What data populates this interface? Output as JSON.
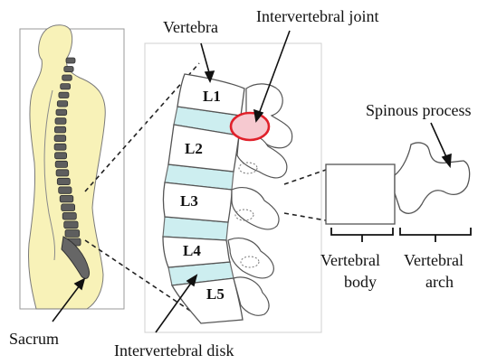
{
  "labels": {
    "vertebra": "Vertebra",
    "intervertebral_joint": "Intervertebral joint",
    "spinous_process": "Spinous process",
    "sacrum": "Sacrum",
    "intervertebral_disk": "Intervertebral disk",
    "vertebral_body_line1": "Vertebral",
    "vertebral_body_line2": "body",
    "vertebral_arch_line1": "Vertebral",
    "vertebral_arch_line2": "arch"
  },
  "vertebrae": [
    "L1",
    "L2",
    "L3",
    "L4",
    "L5"
  ],
  "colors": {
    "body_fill": "#f8f2b8",
    "body_outline": "#6b6b6b",
    "bone": "#555555",
    "disk": "#cdeef0",
    "joint_highlight": "#f6c9d0",
    "joint_ring": "#e0202a",
    "outline": "#5a5a5a"
  }
}
